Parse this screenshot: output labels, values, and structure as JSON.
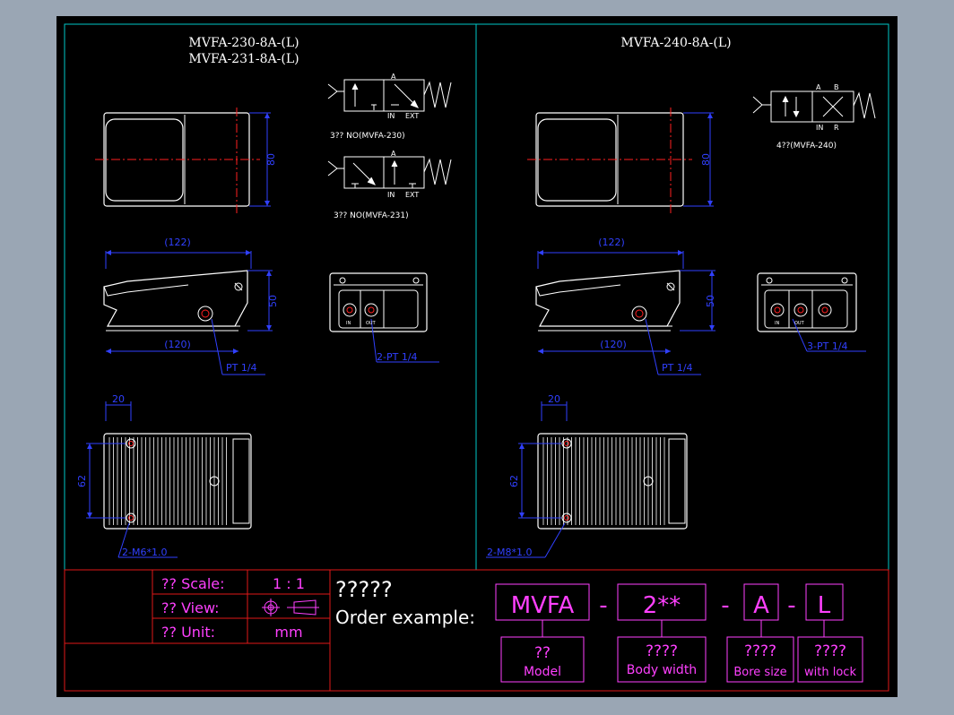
{
  "drawing": {
    "title_left_1": "MVFA-230-8A-(L)",
    "title_left_2": "MVFA-231-8A-(L)",
    "title_right": "MVFA-240-8A-(L)",
    "sym_230_caption": "3?? NO(MVFA-230)",
    "sym_231_caption": "3?? NO(MVFA-231)",
    "sym_240_caption": "4??(MVFA-240)",
    "port_a": "A",
    "port_b": "B",
    "port_in": "IN",
    "port_ext": "EXT",
    "port_r": "R",
    "port_out": "OUT",
    "dims_left": {
      "height_80": "80",
      "width_122": "(122)",
      "width_120": "(120)",
      "height_50": "50",
      "port_note": "PT 1/4",
      "ports_note": "2-PT 1/4",
      "width_20": "20",
      "height_62": "62",
      "hole_note": "2-M6*1.0"
    },
    "dims_right": {
      "height_80": "80",
      "width_122": "(122)",
      "width_120": "(120)",
      "height_50": "50",
      "port_note": "PT 1/4",
      "ports_note": "3-PT 1/4",
      "width_20": "20",
      "height_62": "62",
      "hole_note": "2-M8*1.0"
    }
  },
  "title_block": {
    "scale_label": "?? Scale:",
    "scale_value": "1 : 1",
    "view_label": "?? View:",
    "unit_label": "?? Unit:",
    "unit_value": "mm",
    "order_heading": "?????",
    "order_label": "Order example:",
    "code_model": "MVFA",
    "code_width": "2**",
    "code_bore": "A",
    "code_lock": "L",
    "dash": "-",
    "legend_model_q": "??",
    "legend_model": "Model",
    "legend_width_q": "????",
    "legend_width": "Body width",
    "legend_bore_q": "????",
    "legend_bore": "Bore size",
    "legend_lock_q": "????",
    "legend_lock": "with lock"
  },
  "colors": {
    "background": "#000000",
    "frame": "#00c8c8",
    "border_red": "#e01818",
    "dimension_blue": "#3040ff",
    "outline_white": "#ffffff",
    "center_red": "#ff2020",
    "title_magenta": "#ff40ff",
    "text_white": "#ffffff"
  }
}
